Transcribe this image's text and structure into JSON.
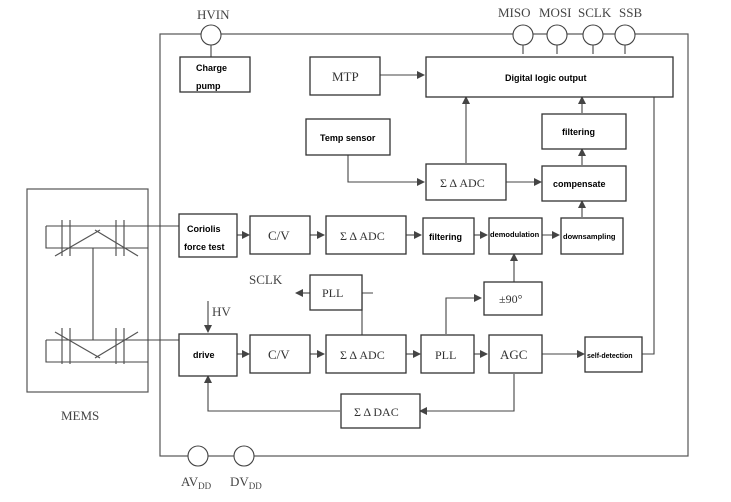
{
  "pins": {
    "hvin": "HVIN",
    "miso": "MISO",
    "mosi": "MOSI",
    "sclk": "SCLK",
    "ssb": "SSB",
    "avdd_main": "AV",
    "avdd_sub": "DD",
    "dvdd_main": "DV",
    "dvdd_sub": "DD"
  },
  "mems_label": "MEMS",
  "blocks": {
    "charge_pump_l1": "Charge",
    "charge_pump_l2": "pump",
    "mtp": "MTP",
    "digital_logic": "Digital logic output",
    "filtering_top": "filtering",
    "temp_sensor": "Temp sensor",
    "adc_temp": "Σ Δ ADC",
    "compensate": "compensate",
    "coriolis_l1": "Coriolis",
    "coriolis_l2": "force test",
    "cv_top": "C/V",
    "adc_top": "Σ Δ ADC",
    "filtering_mid": "filtering",
    "demodulation": "demodulation",
    "downsampling": "downsampling",
    "sclk_label": "SCLK",
    "pll_top": "PLL",
    "phase90": "±90°",
    "hv_label": "HV",
    "drive": "drive",
    "cv_bot": "C/V",
    "adc_bot": "Σ Δ ADC",
    "pll_bot": "PLL",
    "agc": "AGC",
    "self_detection": "self-detection",
    "dac": "Σ Δ DAC"
  },
  "colors": {
    "stroke": "#333333",
    "background": "#ffffff"
  }
}
